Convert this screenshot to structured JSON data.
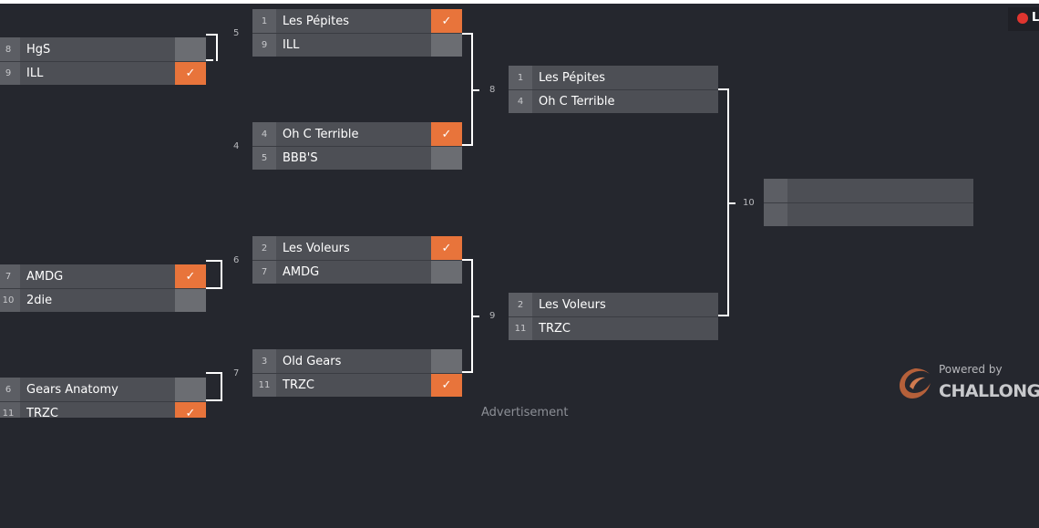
{
  "advertisement": "Advertisement",
  "live_badge": {
    "label": "L"
  },
  "powered": {
    "by": "Powered by",
    "brand": "CHALLONGE"
  },
  "check": "✓",
  "matches": {
    "m_a": {
      "top": {
        "seed": "8",
        "name": "HgS"
      },
      "bot": {
        "seed": "9",
        "name": "ILL"
      }
    },
    "m_b": {
      "top": {
        "seed": "7",
        "name": "AMDG"
      },
      "bot": {
        "seed": "10",
        "name": "2die"
      }
    },
    "m_c": {
      "top": {
        "seed": "6",
        "name": "Gears Anatomy"
      },
      "bot": {
        "seed": "11",
        "name": "TRZC"
      }
    },
    "m1": {
      "top": {
        "seed": "1",
        "name": "Les Pépites"
      },
      "bot": {
        "seed": "9",
        "name": "ILL"
      }
    },
    "m2": {
      "top": {
        "seed": "4",
        "name": "Oh C Terrible"
      },
      "bot": {
        "seed": "5",
        "name": "BBB'S"
      }
    },
    "m3": {
      "top": {
        "seed": "2",
        "name": "Les Voleurs"
      },
      "bot": {
        "seed": "7",
        "name": "AMDG"
      }
    },
    "m4": {
      "top": {
        "seed": "3",
        "name": "Old Gears"
      },
      "bot": {
        "seed": "11",
        "name": "TRZC"
      }
    },
    "m8": {
      "top": {
        "seed": "1",
        "name": "Les Pépites"
      },
      "bot": {
        "seed": "4",
        "name": "Oh C Terrible"
      }
    },
    "m9": {
      "top": {
        "seed": "2",
        "name": "Les Voleurs"
      },
      "bot": {
        "seed": "11",
        "name": "TRZC"
      }
    },
    "m10": {
      "top": {
        "seed": "",
        "name": ""
      },
      "bot": {
        "seed": "",
        "name": ""
      }
    }
  },
  "match_numbers": {
    "n5": "5",
    "n4": "4",
    "n6": "6",
    "n7": "7",
    "n8": "8",
    "n9": "9",
    "n10": "10"
  }
}
